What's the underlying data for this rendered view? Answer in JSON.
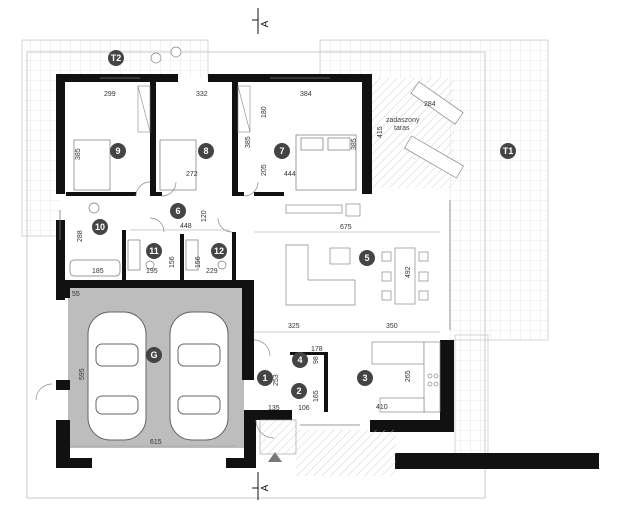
{
  "section_marks": {
    "top": "A",
    "bottom": "A"
  },
  "terrace_labels": {
    "t1": "T1",
    "t2": "T2"
  },
  "covered_terrace": {
    "line1": "zadaszony",
    "line2": "taras",
    "area": "284"
  },
  "rooms": {
    "r1": "1",
    "r2": "2",
    "r3": "3",
    "r4": "4",
    "r5": "5",
    "r6": "6",
    "r7": "7",
    "r8": "8",
    "r9": "9",
    "r10": "10",
    "r11": "11",
    "r12": "12",
    "garage": "G"
  },
  "dimensions": {
    "d299": "299",
    "d332": "332",
    "d384": "384",
    "d385a": "385",
    "d385b": "385",
    "d385c": "385",
    "d272": "272",
    "d444": "444",
    "d180": "180",
    "d205": "205",
    "d415": "415",
    "d448": "448",
    "d120": "120",
    "d675": "675",
    "d288": "288",
    "d185": "185",
    "d195": "195",
    "d156a": "156",
    "d156b": "156",
    "d229": "229",
    "d492": "492",
    "d325": "325",
    "d350": "350",
    "d178": "178",
    "d98": "98",
    "d253": "253",
    "d165": "165",
    "d135": "135",
    "d106": "106",
    "d265": "265",
    "d410": "410",
    "d595": "595",
    "d615": "615",
    "d55": "55"
  }
}
